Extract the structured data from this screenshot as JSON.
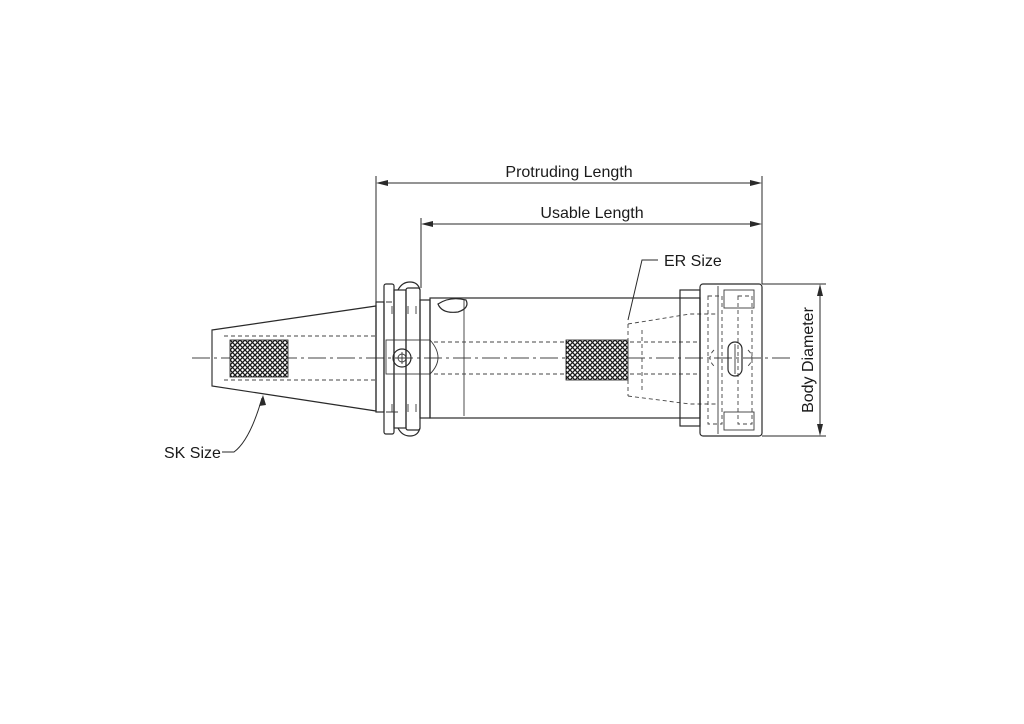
{
  "diagram": {
    "labels": {
      "protruding_length": "Protruding Length",
      "usable_length": "Usable Length",
      "er_size": "ER Size",
      "sk_size": "SK Size",
      "body_diameter": "Body Diameter"
    }
  }
}
